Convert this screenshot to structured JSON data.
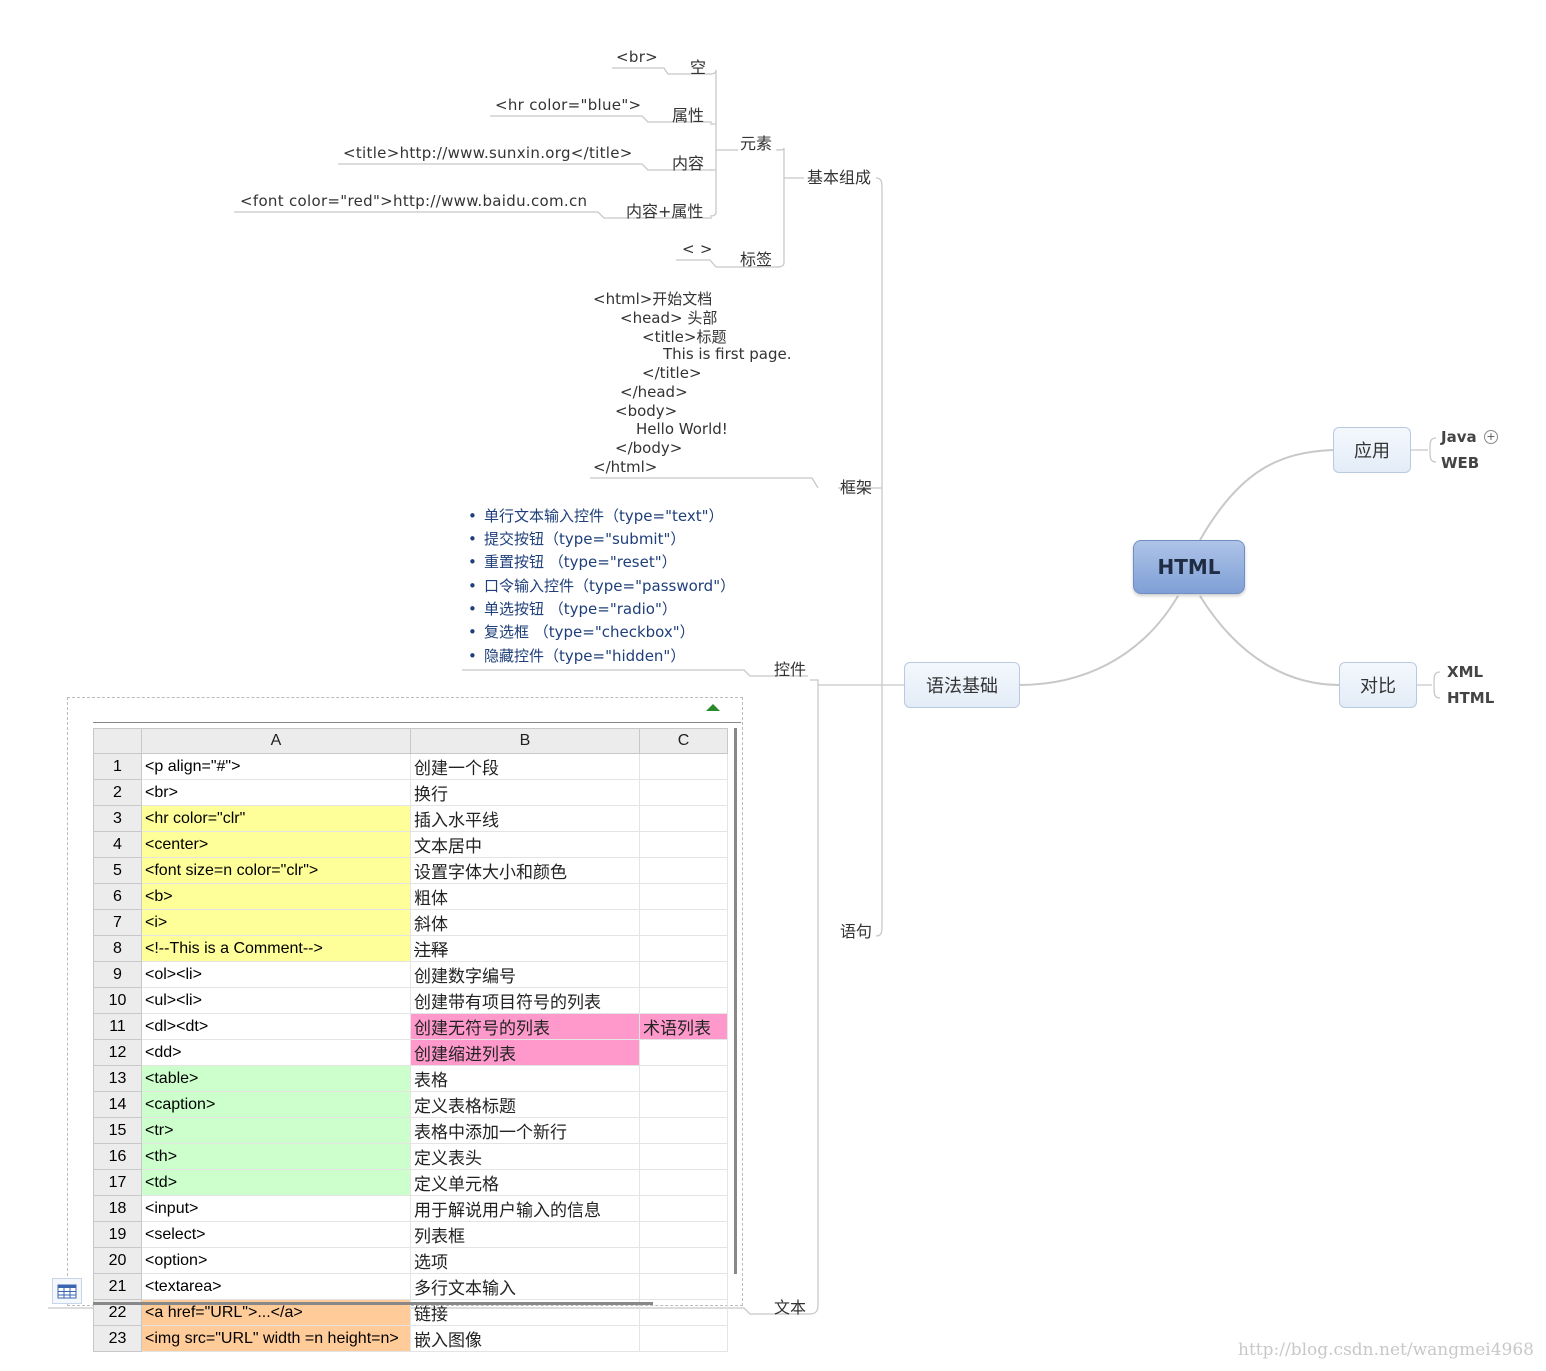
{
  "root": {
    "label": "HTML"
  },
  "branches": {
    "app": {
      "label": "应用",
      "children": [
        "Java",
        "WEB"
      ],
      "expand_icon": "plus-circle-icon"
    },
    "compare": {
      "label": "对比",
      "children": [
        "XML",
        "HTML"
      ]
    },
    "syntax": {
      "label": "语法基础"
    }
  },
  "basic": {
    "label": "基本组成",
    "element": {
      "label": "元素",
      "empty": {
        "label": "空",
        "example": "<br>"
      },
      "attr": {
        "label": "属性",
        "example": "<hr color=\"blue\">"
      },
      "content": {
        "label": "内容",
        "example": "<title>http://www.sunxin.org</title>"
      },
      "both": {
        "label": "内容+属性",
        "example": "<font color=\"red\">http://www.baidu.com.cn"
      }
    },
    "tag": {
      "label": "标签",
      "example": "< >"
    }
  },
  "frame": {
    "label": "框架",
    "code_lines": [
      "<html>开始文档",
      "<head> 头部",
      "<title>标题",
      "This is first page.",
      "</title>",
      "</head>",
      "<body>",
      "Hello World!",
      "</body>",
      "</html>"
    ]
  },
  "controls": {
    "label": "控件",
    "items": [
      "单行文本输入控件（type=\"text\"）",
      "提交按钮（type=\"submit\"）",
      "重置按钮 （type=\"reset\"）",
      "口令输入控件（type=\"password\"）",
      "单选按钮 （type=\"radio\"）",
      "复选框 （type=\"checkbox\"）",
      "隐藏控件（type=\"hidden\"）"
    ]
  },
  "statement": {
    "label": "语句"
  },
  "text": {
    "label": "文本"
  },
  "sheet": {
    "columns": [
      "A",
      "B",
      "C"
    ],
    "rows": [
      {
        "n": "1",
        "a": "<p align=\"#\">",
        "b": "创建一个段",
        "c": "",
        "color": ""
      },
      {
        "n": "2",
        "a": "<br>",
        "b": "换行",
        "c": "",
        "color": ""
      },
      {
        "n": "3",
        "a": "<hr color=\"clr\"",
        "b": "插入水平线",
        "c": "",
        "color": "y"
      },
      {
        "n": "4",
        "a": "<center>",
        "b": "文本居中",
        "c": "",
        "color": "y"
      },
      {
        "n": "5",
        "a": "<font size=n color=\"clr\">",
        "b": "设置字体大小和颜色",
        "c": "",
        "color": "y"
      },
      {
        "n": "6",
        "a": "<b>",
        "b": "粗体",
        "c": "",
        "color": "y"
      },
      {
        "n": "7",
        "a": "<i>",
        "b": "斜体",
        "c": "",
        "color": "y"
      },
      {
        "n": "8",
        "a": "<!--This is a Comment-->",
        "b": "注释",
        "c": "",
        "color": "y"
      },
      {
        "n": "9",
        "a": "<ol><li>",
        "b": "创建数字编号",
        "c": "",
        "color": ""
      },
      {
        "n": "10",
        "a": "<ul><li>",
        "b": "创建带有项目符号的列表",
        "c": "",
        "color": ""
      },
      {
        "n": "11",
        "a": "<dl><dt>",
        "b": "创建无符号的列表",
        "c": "术语列表",
        "color": "p"
      },
      {
        "n": "12",
        "a": "<dd>",
        "b": "创建缩进列表",
        "c": "",
        "color": "p"
      },
      {
        "n": "13",
        "a": "<table>",
        "b": "表格",
        "c": "",
        "color": "g"
      },
      {
        "n": "14",
        "a": "<caption>",
        "b": "定义表格标题",
        "c": "",
        "color": "g"
      },
      {
        "n": "15",
        "a": "<tr>",
        "b": "表格中添加一个新行",
        "c": "",
        "color": "g"
      },
      {
        "n": "16",
        "a": "<th>",
        "b": "定义表头",
        "c": "",
        "color": "g"
      },
      {
        "n": "17",
        "a": "<td>",
        "b": "定义单元格",
        "c": "",
        "color": "g"
      },
      {
        "n": "18",
        "a": "<input>",
        "b": "用于解说用户输入的信息",
        "c": "",
        "color": ""
      },
      {
        "n": "19",
        "a": "<select>",
        "b": "列表框",
        "c": "",
        "color": ""
      },
      {
        "n": "20",
        "a": "<option>",
        "b": "选项",
        "c": "",
        "color": ""
      },
      {
        "n": "21",
        "a": "<textarea>",
        "b": "多行文本输入",
        "c": "",
        "color": ""
      },
      {
        "n": "22",
        "a": "<a href=\"URL\">...</a>",
        "b": "链接",
        "c": "",
        "color": "o"
      },
      {
        "n": "23",
        "a": "<img src=\"URL\" width =n height=n>",
        "b": "嵌入图像",
        "c": "",
        "color": "o"
      }
    ],
    "icons": {
      "collapse": "collapse-arrow-icon",
      "table": "spreadsheet-icon"
    }
  },
  "watermark": "http://blog.csdn.net/wangmei4968",
  "colors": {
    "yellow": "#ffff99",
    "pink": "#ff99cc",
    "green": "#ccffcc",
    "orange": "#ffcc99",
    "root": "#8fabdc"
  }
}
